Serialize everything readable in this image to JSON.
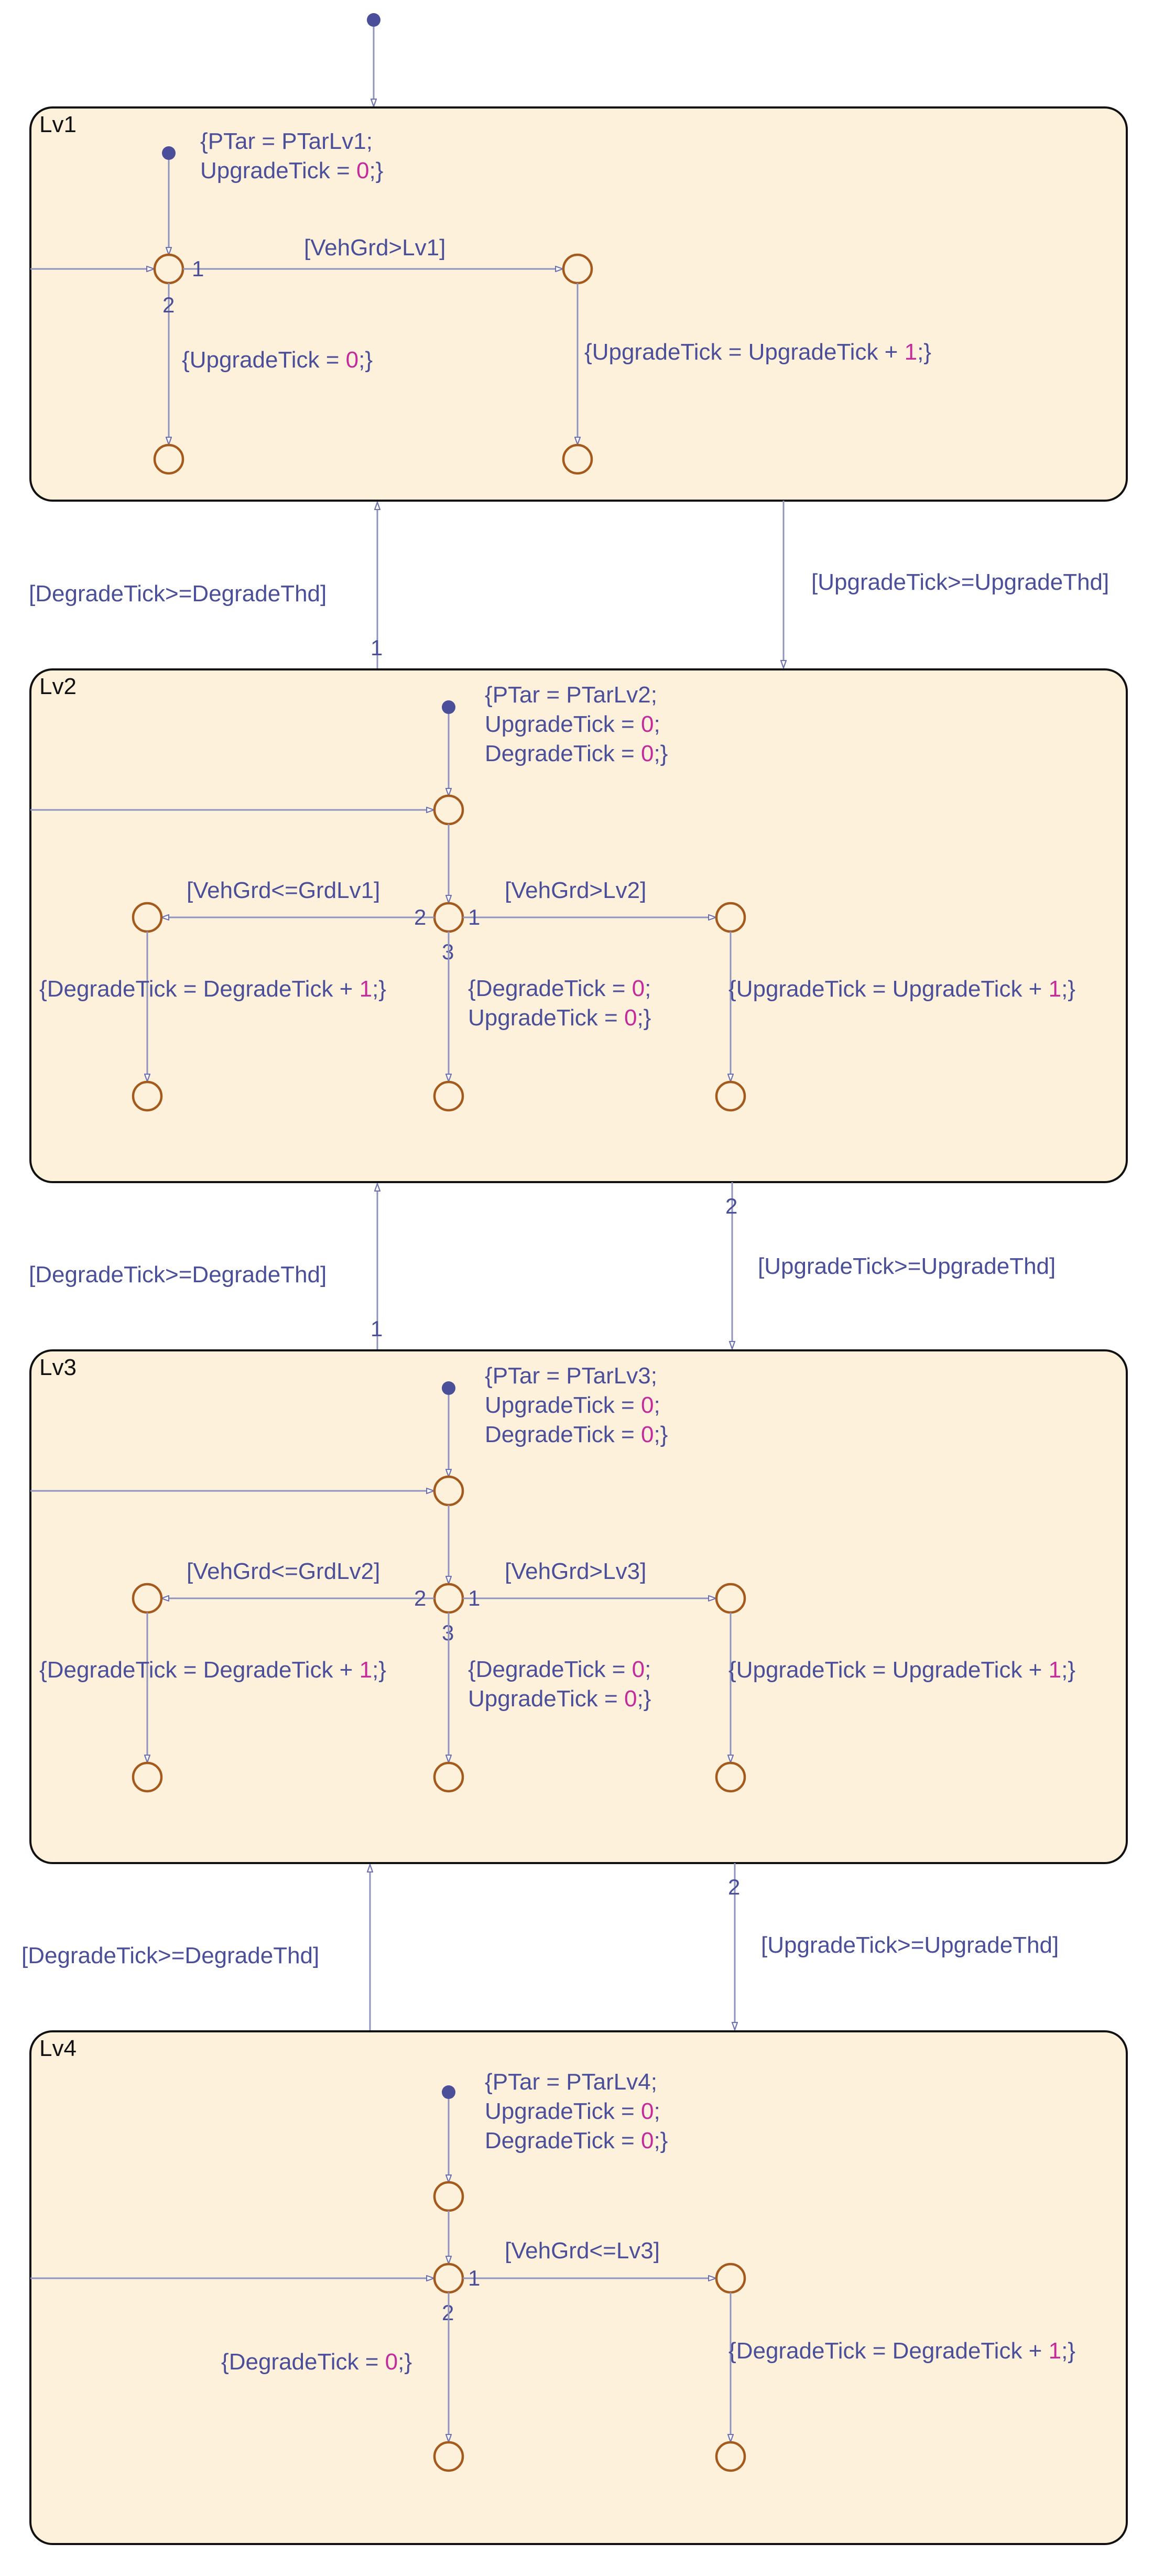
{
  "states": [
    {
      "name": "Lv1",
      "entry": {
        "pre": "{PTar = PTarLv1;",
        "l2a": "UpgradeTick = ",
        "l2n": "0",
        "l2b": ";}"
      }
    },
    {
      "name": "Lv2",
      "entry": {
        "pre": "{PTar = PTarLv2;",
        "l2a": "UpgradeTick = ",
        "l2n": "0",
        "l2b": ";",
        "l3a": "DegradeTick = ",
        "l3n": "0",
        "l3b": ";}"
      }
    },
    {
      "name": "Lv3",
      "entry": {
        "pre": "{PTar = PTarLv3;",
        "l2a": "UpgradeTick = ",
        "l2n": "0",
        "l2b": ";",
        "l3a": "DegradeTick = ",
        "l3n": "0",
        "l3b": ";}"
      }
    },
    {
      "name": "Lv4",
      "entry": {
        "pre": "{PTar = PTarLv4;",
        "l2a": "UpgradeTick = ",
        "l2n": "0",
        "l2b": ";",
        "l3a": "DegradeTick = ",
        "l3n": "0",
        "l3b": ";}"
      }
    }
  ],
  "lv1": {
    "guard_up": "[VehGrd>Lv1]",
    "reset_a": "{UpgradeTick = ",
    "reset_n": "0",
    "reset_b": ";}",
    "inc_a": "{UpgradeTick = UpgradeTick + ",
    "inc_n": "1",
    "inc_b": ";}",
    "o1": "1",
    "o2": "2"
  },
  "lv2": {
    "guard_down": "[VehGrd<=GrdLv1]",
    "guard_up": "[VehGrd>Lv2]",
    "deg_a": "{DegradeTick = DegradeTick + ",
    "deg_n": "1",
    "deg_b": ";}",
    "mid1_a": "{DegradeTick = ",
    "mid1_n": "0",
    "mid1_b": ";",
    "mid2_a": "UpgradeTick = ",
    "mid2_n": "0",
    "mid2_b": ";}",
    "inc_a": "{UpgradeTick = UpgradeTick + ",
    "inc_n": "1",
    "inc_b": ";}",
    "o1": "1",
    "o2": "2",
    "o3": "3"
  },
  "lv3": {
    "guard_down": "[VehGrd<=GrdLv2]",
    "guard_up": "[VehGrd>Lv3]",
    "deg_a": "{DegradeTick = DegradeTick + ",
    "deg_n": "1",
    "deg_b": ";}",
    "mid1_a": "{DegradeTick = ",
    "mid1_n": "0",
    "mid1_b": ";",
    "mid2_a": "UpgradeTick = ",
    "mid2_n": "0",
    "mid2_b": ";}",
    "inc_a": "{UpgradeTick = UpgradeTick + ",
    "inc_n": "1",
    "inc_b": ";}",
    "o1": "1",
    "o2": "2",
    "o3": "3"
  },
  "lv4": {
    "guard_down": "[VehGrd<=Lv3]",
    "reset_a": "{DegradeTick = ",
    "reset_n": "0",
    "reset_b": ";}",
    "deg_a": "{DegradeTick = DegradeTick + ",
    "deg_n": "1",
    "deg_b": ";}",
    "o1": "1",
    "o2": "2"
  },
  "transitions": {
    "lv2_to_lv1": "[DegradeTick>=DegradeThd]",
    "lv1_to_lv2": "[UpgradeTick>=UpgradeThd]",
    "lv3_to_lv2": "[DegradeTick>=DegradeThd]",
    "lv2_to_lv3": "[UpgradeTick>=UpgradeThd]",
    "lv4_to_lv3": "[DegradeTick>=DegradeThd]",
    "lv3_to_lv4": "[UpgradeTick>=UpgradeThd]",
    "o_lv2_lv1": "1",
    "o_lv2_lv3": "2",
    "o_lv3_lv2": "1",
    "o_lv3_lv4": "2"
  },
  "colors": {
    "state_fill": "#fdf1db",
    "junction": "#a4591d",
    "text": "#4b4f9a",
    "number": "#c42a9b"
  }
}
